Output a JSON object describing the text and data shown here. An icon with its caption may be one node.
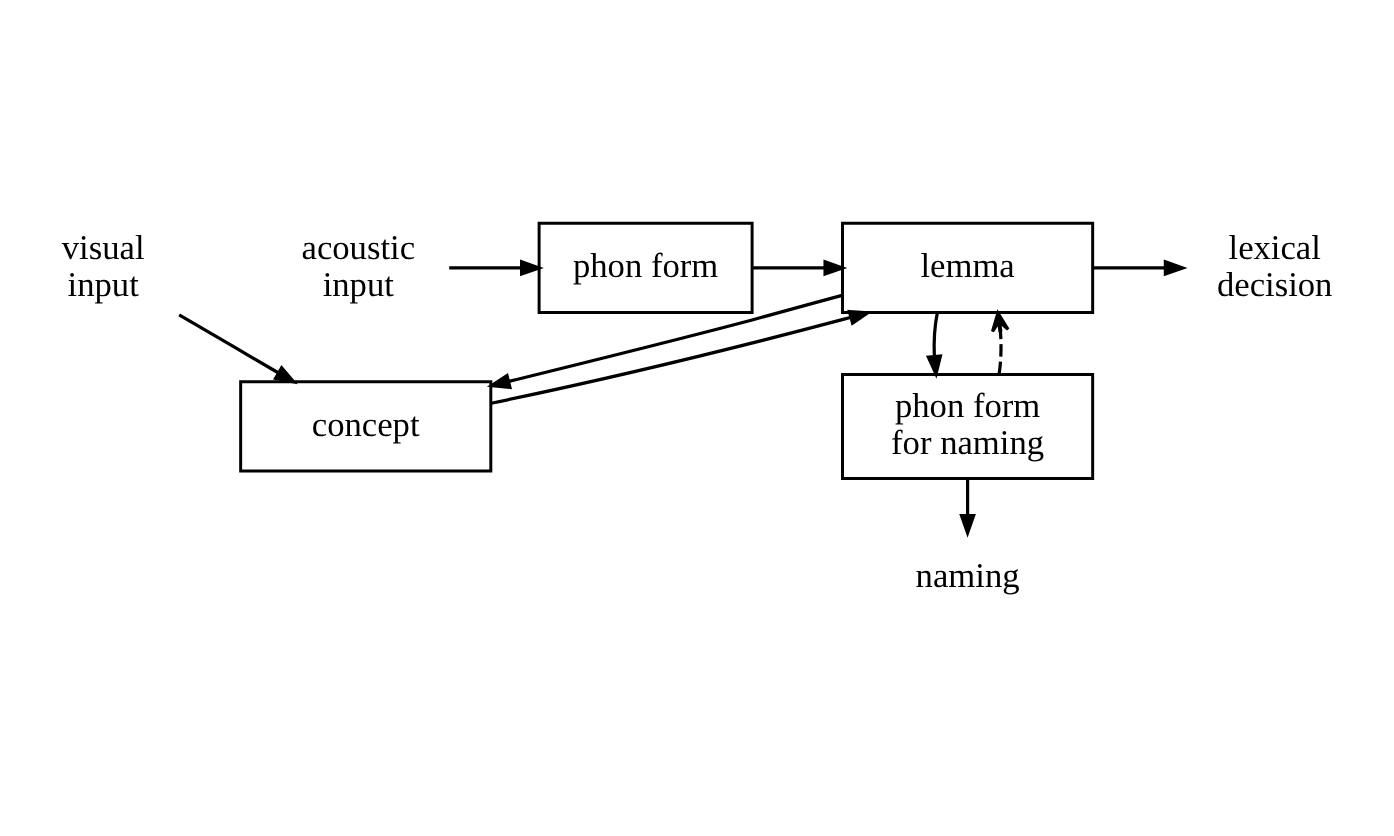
{
  "diagram": {
    "nodes": [
      {
        "text": [
          "visual input"
        ]
      },
      {
        "text": [
          "concept"
        ]
      },
      {
        "text": [
          "acoustic input"
        ]
      },
      {
        "text": [
          "phon form"
        ]
      },
      {
        "text": [
          "lemma"
        ]
      },
      {
        "text": [
          "lexical decision"
        ]
      },
      {
        "text": [
          "phon form for naming"
        ]
      },
      {
        "text": [
          "naming"
        ]
      }
    ],
    "edges": [
      {
        "from": 0,
        "to": 1,
        "arrow": "to"
      },
      {
        "from": 4,
        "to": 1,
        "arrow": "to"
      },
      {
        "from": 1,
        "to": 4,
        "arrow": "to"
      },
      {
        "from": 2,
        "to": 3,
        "arrow": "to"
      },
      {
        "from": 3,
        "to": 4,
        "arrow": "to"
      },
      {
        "from": 4,
        "to": 5,
        "arrow": "to"
      },
      {
        "from": 4,
        "to": 6,
        "arrow": "to"
      },
      {
        "from": 6,
        "to": 4,
        "arrow": "to",
        "style": "dashed"
      },
      {
        "from": 6,
        "to": 7,
        "arrow": "to"
      }
    ]
  }
}
